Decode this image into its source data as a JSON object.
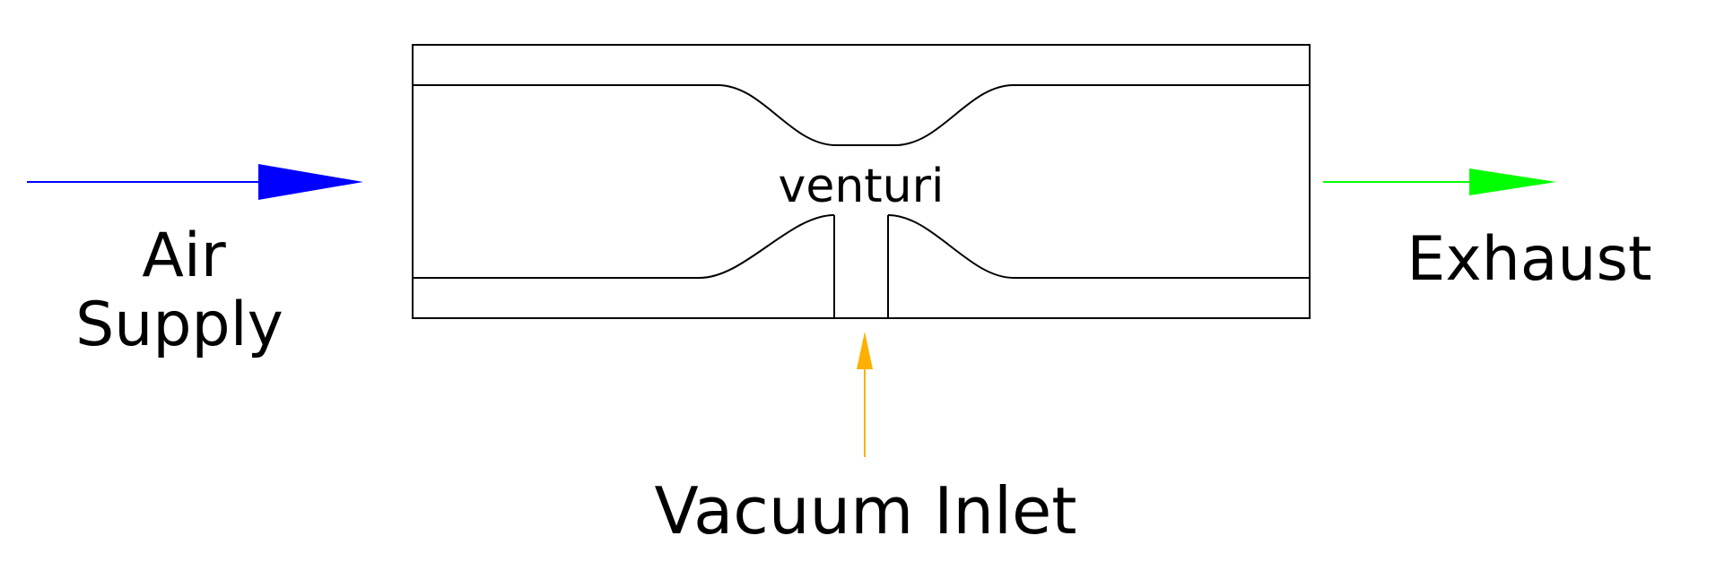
{
  "labels": {
    "air_supply_line1": "Air",
    "air_supply_line2": "Supply",
    "exhaust": "Exhaust",
    "venturi": "venturi",
    "vacuum_inlet": "Vacuum Inlet"
  },
  "colors": {
    "air_supply_arrow": "#0000ff",
    "exhaust_arrow": "#00ff00",
    "vacuum_inlet_arrow": "#ffb000",
    "outline": "#000000",
    "background": "#ffffff"
  }
}
